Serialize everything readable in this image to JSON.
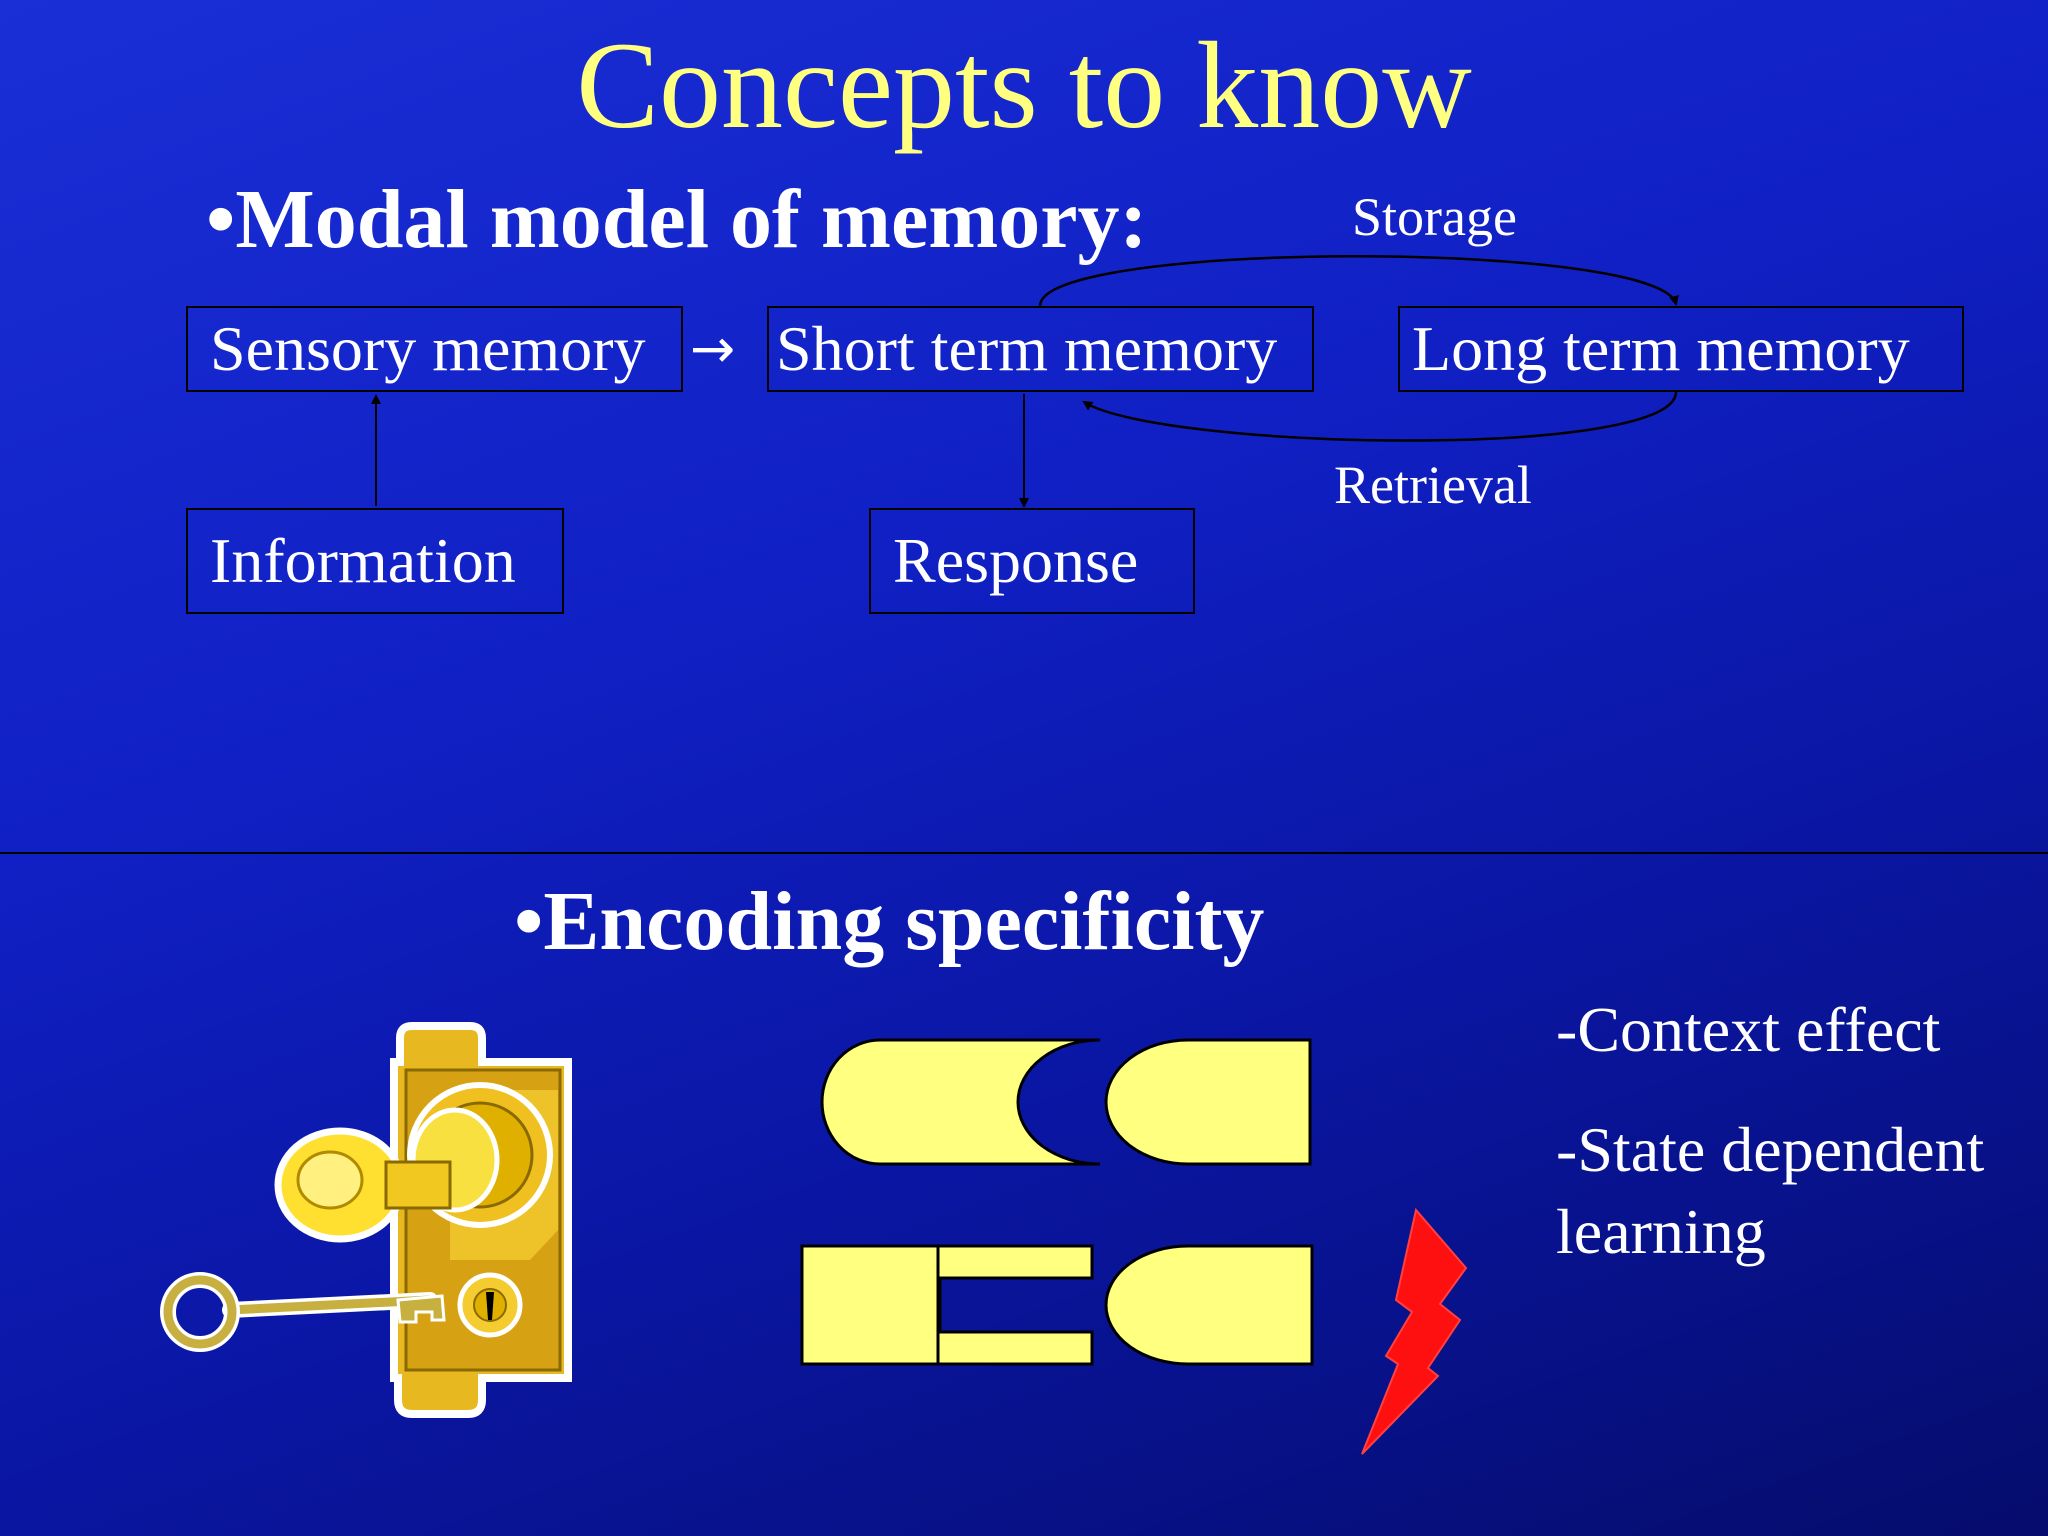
{
  "slide": {
    "title": "Concepts to know"
  },
  "modal_model": {
    "heading": "•Modal model of memory:",
    "boxes": {
      "sensory": "Sensory memory",
      "short_term": "Short term memory",
      "long_term": "Long term memory",
      "information": "Information",
      "response": "Response"
    },
    "arrow_symbol": "→",
    "storage_label": "Storage",
    "retrieval_label": "Retrieval"
  },
  "encoding": {
    "heading": "•Encoding specificity",
    "items": [
      "-Context effect",
      "-State dependent",
      "learning"
    ],
    "images": [
      "door-lock-with-key-icon",
      "matching-shapes-icon",
      "mismatched-shapes-icon",
      "lightning-bolt-icon"
    ]
  },
  "colors": {
    "title": "#ffff80",
    "background": "#1020c4",
    "shape_fill": "#ffff80",
    "lightning": "#ff0000",
    "lock_gold": "#e8b820"
  }
}
